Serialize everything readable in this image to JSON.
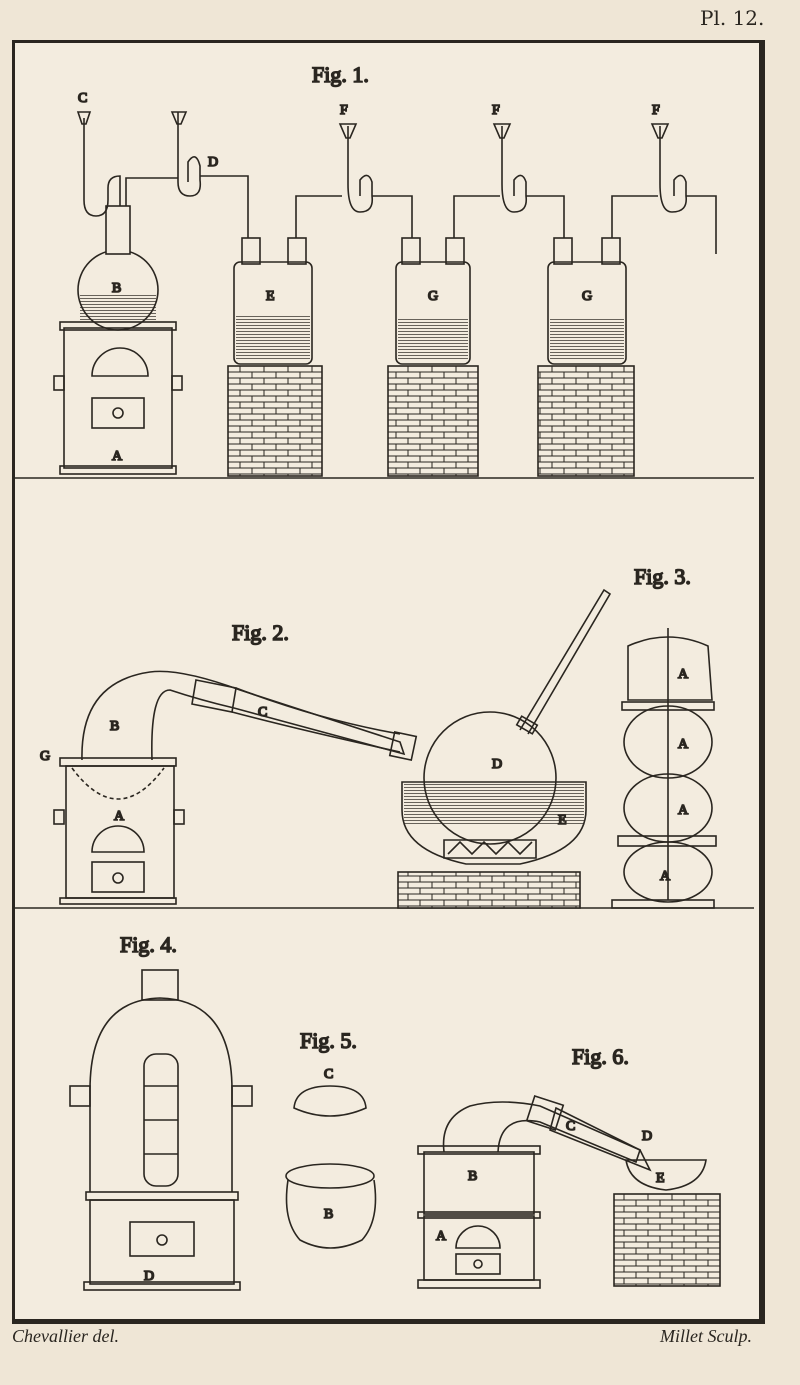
{
  "plate": {
    "number": "Pl. 12."
  },
  "figures": {
    "fig1": {
      "title": "Fig. 1.",
      "labels": [
        "C",
        "D",
        "B",
        "A",
        "E",
        "G",
        "G",
        "F",
        "F",
        "F"
      ]
    },
    "fig2": {
      "title": "Fig. 2.",
      "labels": [
        "B",
        "C",
        "D",
        "E",
        "G",
        "A"
      ]
    },
    "fig3": {
      "title": "Fig. 3.",
      "labels": [
        "A",
        "A",
        "A",
        "A"
      ]
    },
    "fig4": {
      "title": "Fig. 4.",
      "labels": [
        "D"
      ]
    },
    "fig5": {
      "title": "Fig. 5.",
      "labels": [
        "C",
        "B"
      ]
    },
    "fig6": {
      "title": "Fig. 6.",
      "labels": [
        "C",
        "D",
        "B",
        "A",
        "E"
      ]
    }
  },
  "credits": {
    "left": "Chevallier del.",
    "right": "Millet Sculp."
  }
}
